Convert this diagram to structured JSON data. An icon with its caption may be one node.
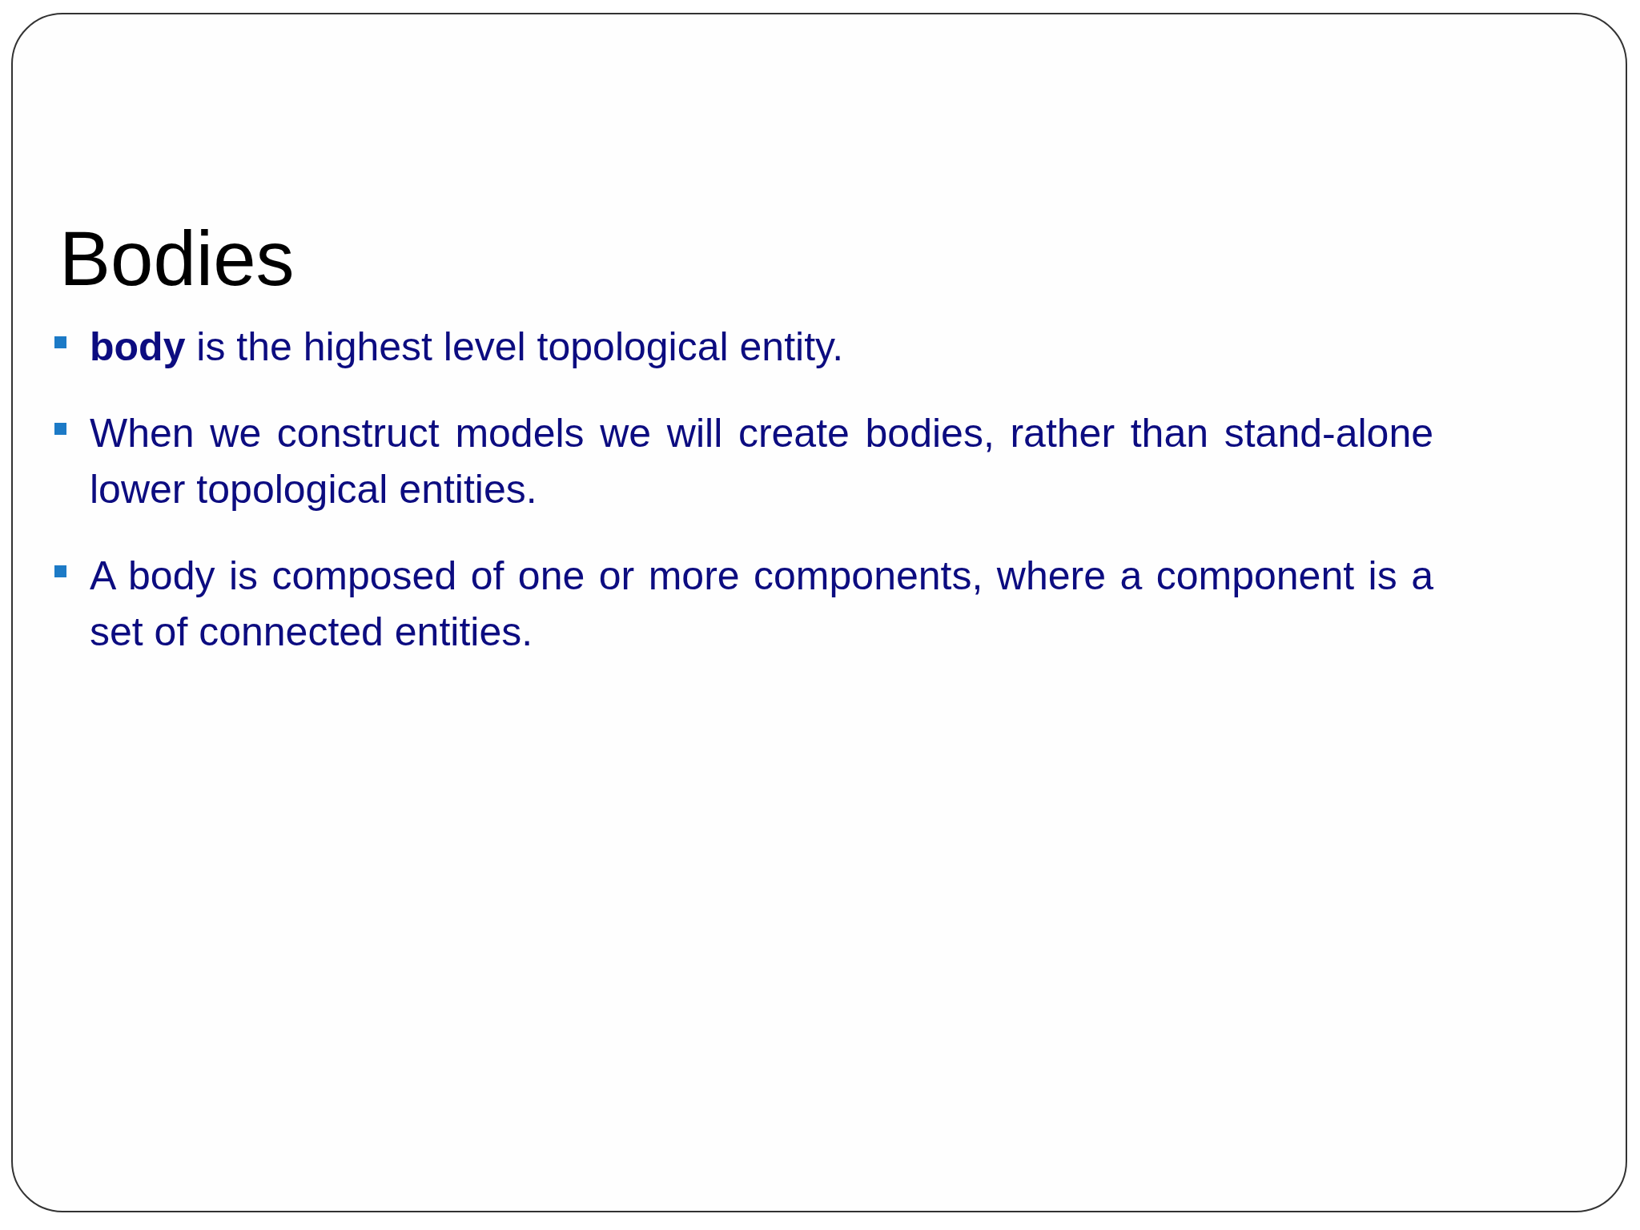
{
  "diagram": {
    "title": "Bodies",
    "labels": [
      "**body** is the highest level topological entity.",
      "When we construct models we will create bodies, rather than stand-alone lower topological entities.",
      "A body is composed of one or more components, where a component is a set of connected entities."
    ]
  }
}
